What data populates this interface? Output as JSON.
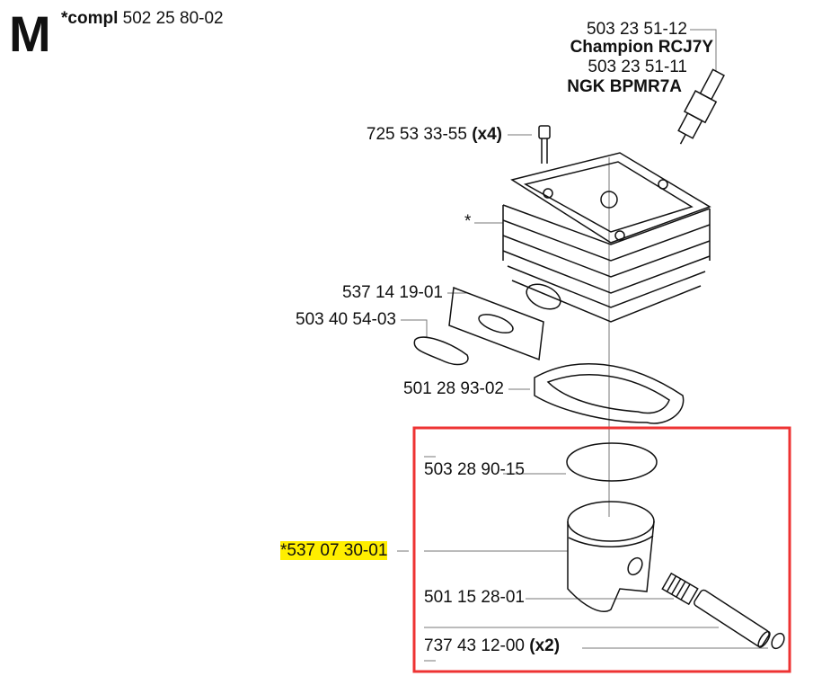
{
  "header": {
    "section_letter": "M",
    "compl_label": "*compl",
    "compl_number": "502  25 80-02"
  },
  "parts": {
    "spark_plug_champion_no": "503 23 51-12",
    "spark_plug_champion_name": "Champion RCJ7Y",
    "spark_plug_ngk_no": "503 23 51-11",
    "spark_plug_ngk_name": "NGK BPMR7A",
    "screw_no": "725 53 33-55",
    "screw_qty": "(x4)",
    "cylinder_marker": "*",
    "exhaust_gasket_no": "537 14 19-01",
    "muffler_gasket_no": "503 40 54-03",
    "cylinder_gasket_no": "501 28 93-02",
    "piston_ring_no": "503 28 90-15",
    "piston_no": "*537 07 30-01",
    "needle_bearing_no": "501 15 28-01",
    "circlip_no": "737 43 12-00",
    "circlip_qty": "(x2)"
  },
  "highlight_color": "#ffee00",
  "selection_color": "#ee3333"
}
